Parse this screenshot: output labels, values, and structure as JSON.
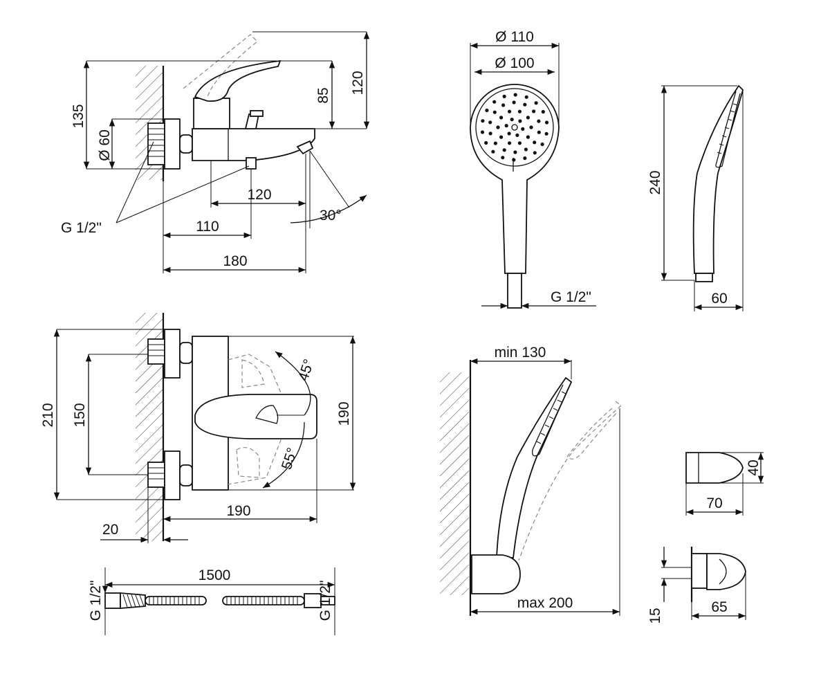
{
  "colors": {
    "line": "#111111",
    "background": "#ffffff",
    "ghost": "#888888"
  },
  "mixer_side": {
    "dims": {
      "h135": "135",
      "h120": "120",
      "h85": "85",
      "d60": "Ø 60",
      "w120": "120",
      "w110": "110",
      "w180": "180",
      "angle": "30°"
    },
    "thread_label": "G 1/2\""
  },
  "mixer_front": {
    "dims": {
      "h210": "210",
      "h150": "150",
      "h190": "190",
      "w190": "190",
      "w20": "20",
      "a45": "45°",
      "a55": "55°"
    }
  },
  "hose": {
    "length": "1500",
    "thread_left": "G 1/2\"",
    "thread_right": "G 1/2\""
  },
  "shower_head": {
    "dims": {
      "d110": "Ø 110",
      "d100": "Ø 100",
      "thread": "G 1/2\""
    }
  },
  "shower_side": {
    "dims": {
      "h240": "240",
      "w60": "60"
    }
  },
  "holder": {
    "dims": {
      "min": "min 130",
      "max": "max 200"
    }
  },
  "bracket": {
    "dims": {
      "h40": "40",
      "w70": "70",
      "w65": "65",
      "h15": "15"
    }
  }
}
